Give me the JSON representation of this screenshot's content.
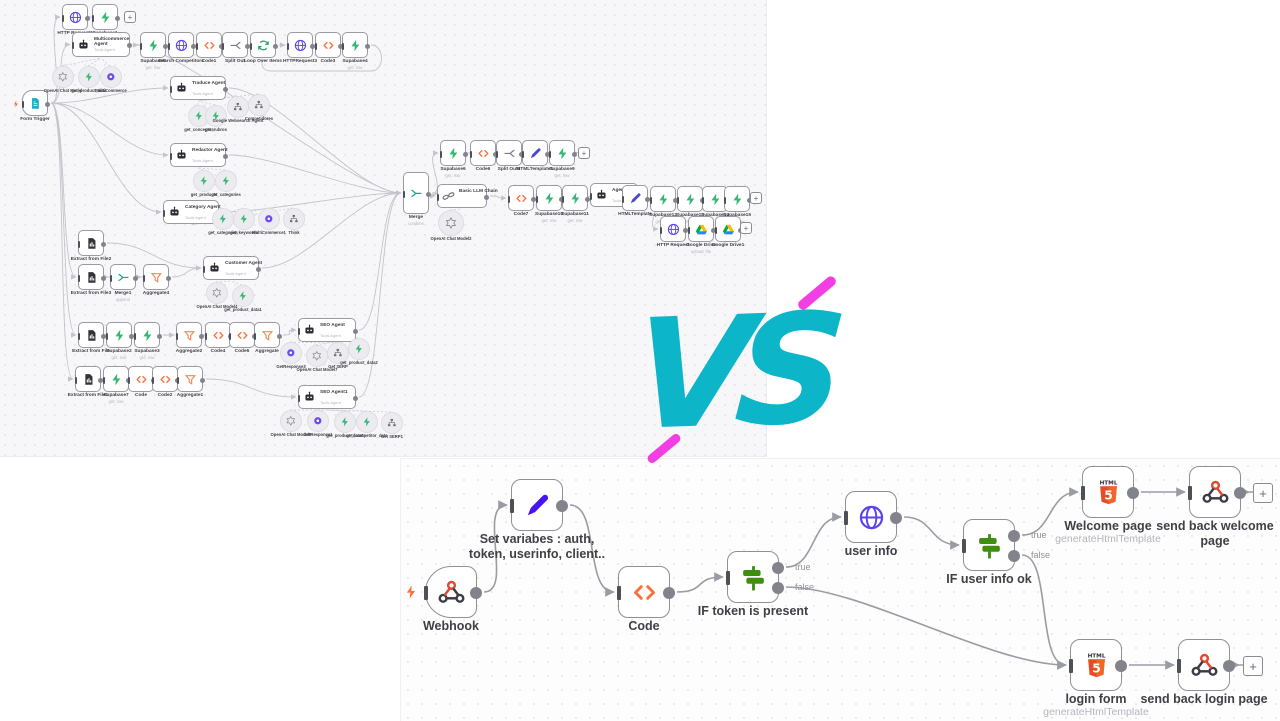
{
  "meta": {
    "description_left": "complex n8n workflow canvas",
    "description_right": "simple n8n workflow canvas"
  },
  "vs": {
    "text": "VS",
    "color": "#0db5c9",
    "accent_color": "#f23fe3"
  },
  "colors": {
    "canvas_top": "#f7f7f9",
    "canvas_bottom": "#fdfdfe",
    "edge_top": "#c3c3cb",
    "edge_bottom": "#9b9ba4",
    "node_border": "#9a9aa2",
    "label": "#3f3f46",
    "sublabel": "#b5b5bd",
    "supabase_green": "#34b874",
    "code_orange": "#ff6d3a",
    "if_green": "#3f8e0e",
    "globe_violet": "#5a43f0",
    "pen_violet": "#4714ee",
    "html5_orange": "#e44d26",
    "webhook_red": "#e0492f",
    "trigger_bolt": "#ff6d3a"
  },
  "port_labels": {
    "t": "true",
    "f": "false"
  },
  "left_workflow": {
    "nodes": [
      [
        "trigger",
        "doc",
        22,
        90,
        "Form Trigger",
        "",
        "t"
      ],
      [
        "http1",
        "globe",
        62,
        4,
        "HTTP Request1",
        "",
        "n"
      ],
      [
        "supa1",
        "boltg",
        92,
        4,
        "Supabase1",
        "get: row",
        "n"
      ],
      [
        "plus0",
        "plus",
        124,
        11,
        "+",
        "",
        "p"
      ],
      [
        "agent_multi",
        "robot",
        72,
        32,
        "Multicommerce Agent",
        "Tools Agent",
        "w",
        58,
        25
      ],
      [
        "supa5",
        "boltg",
        140,
        32,
        "Supabase5",
        "get: row",
        "n"
      ],
      [
        "httpS",
        "globe",
        168,
        32,
        "Search Competitors",
        "",
        "n"
      ],
      [
        "code1",
        "code",
        196,
        32,
        "Code1",
        "",
        "n"
      ],
      [
        "split",
        "split",
        222,
        32,
        "Split Out",
        "",
        "n"
      ],
      [
        "loop",
        "loop",
        250,
        32,
        "Loop Over Items",
        "",
        "n"
      ],
      [
        "http3",
        "globe",
        287,
        32,
        "HTTPRequest3",
        "",
        "n"
      ],
      [
        "code3",
        "code",
        315,
        32,
        "Code3",
        "",
        "n"
      ],
      [
        "supa4",
        "boltg",
        342,
        32,
        "Supabase4",
        "get: row",
        "n"
      ],
      [
        "c_om",
        "openai",
        62,
        76,
        "OpenAI Chat Model",
        "",
        "c",
        20
      ],
      [
        "c_tool1",
        "toolg",
        88,
        76,
        "get_product_data",
        "",
        "c",
        20
      ],
      [
        "c_purp1",
        "purple",
        110,
        76,
        "MultiCommerce",
        "",
        "c",
        20
      ],
      [
        "agentT",
        "robot",
        170,
        76,
        "Traduce Agent",
        "Tools Agent",
        "w",
        56,
        24
      ],
      [
        "cT1",
        "toolg",
        198,
        115,
        "get_conceptos",
        "",
        "c",
        20
      ],
      [
        "cT2",
        "toolg",
        215,
        115,
        "get_rubros",
        "",
        "c",
        20
      ],
      [
        "cT3",
        "serp",
        237,
        106,
        "Google Websearch Agent",
        "",
        "c",
        20
      ],
      [
        "cT4",
        "serp",
        258,
        104,
        "Competidores",
        "",
        "c",
        20
      ],
      [
        "agentI",
        "robot",
        170,
        143,
        "Redactor Agent",
        "Tools Agent",
        "w",
        56,
        24
      ],
      [
        "cI1",
        "toolg",
        203,
        180,
        "get_products",
        "",
        "c",
        20
      ],
      [
        "cI2",
        "toolg",
        225,
        180,
        "get_categories",
        "",
        "c",
        20
      ],
      [
        "agentC",
        "robot",
        163,
        200,
        "Category Agent",
        "Tools Agent",
        "w",
        56,
        24
      ],
      [
        "cC1",
        "toolg",
        222,
        218,
        "get_categorias",
        "",
        "c",
        20
      ],
      [
        "cC2",
        "toolg",
        243,
        218,
        "get_keywords",
        "",
        "c",
        20
      ],
      [
        "cC3",
        "purple",
        268,
        218,
        "MultiCommerce1",
        "",
        "c",
        20
      ],
      [
        "cC4",
        "serp",
        293,
        218,
        "Think",
        "",
        "c",
        20
      ],
      [
        "fileA",
        "filei",
        78,
        230,
        "Extract from File2",
        "",
        "n"
      ],
      [
        "fileB",
        "filei",
        78,
        264,
        "Extract from File3",
        "",
        "n"
      ],
      [
        "merge1",
        "mergeI",
        110,
        264,
        "Merge1",
        "append",
        "n"
      ],
      [
        "aggr4",
        "aggr",
        143,
        264,
        "Aggregate4",
        "",
        "n"
      ],
      [
        "agentCu",
        "robot",
        203,
        256,
        "Customer Agent",
        "Tools Agent",
        "w",
        56,
        24
      ],
      [
        "cCu1",
        "openai",
        216,
        292,
        "OpenAI Chat Model4",
        "",
        "c",
        20
      ],
      [
        "cCu2",
        "toolg",
        242,
        295,
        "get_product_data1",
        "",
        "c",
        20
      ],
      [
        "file1",
        "filei",
        78,
        322,
        "Extract from File",
        "",
        "n"
      ],
      [
        "supa2",
        "boltg",
        106,
        322,
        "Supabase2",
        "get: row",
        "n"
      ],
      [
        "supa3",
        "boltg",
        134,
        322,
        "Supabase3",
        "get: row",
        "n"
      ],
      [
        "aggr2",
        "aggr",
        176,
        322,
        "Aggregate2",
        "",
        "n"
      ],
      [
        "code4",
        "code",
        205,
        322,
        "Code4",
        "",
        "n"
      ],
      [
        "code5",
        "code",
        229,
        322,
        "Code5",
        "",
        "n"
      ],
      [
        "aggr0",
        "aggr",
        254,
        322,
        "Aggregate",
        "",
        "n"
      ],
      [
        "agentSEO",
        "robot",
        298,
        318,
        "SEO Agent",
        "Tools Agent",
        "w",
        58,
        24
      ],
      [
        "cS1",
        "purple",
        290,
        352,
        "GetResponse3",
        "",
        "c",
        20
      ],
      [
        "cS2",
        "openai",
        316,
        355,
        "OpenAI Chat Model7",
        "",
        "c",
        20
      ],
      [
        "cS3",
        "serp",
        337,
        352,
        "Get SERP",
        "",
        "c",
        20
      ],
      [
        "cS4",
        "toolg",
        358,
        348,
        "get_product_data2",
        "",
        "c",
        20
      ],
      [
        "file2",
        "filei",
        75,
        366,
        "Extract from File1",
        "",
        "n"
      ],
      [
        "supa7",
        "boltg",
        103,
        366,
        "Supabase7",
        "get: row",
        "n"
      ],
      [
        "code0",
        "code",
        128,
        366,
        "Code",
        "",
        "n"
      ],
      [
        "code2",
        "code",
        152,
        366,
        "Code2",
        "",
        "n"
      ],
      [
        "aggr1",
        "aggr",
        177,
        366,
        "Aggregate1",
        "",
        "n"
      ],
      [
        "agentMD",
        "robot",
        298,
        385,
        "SEO Agent1",
        "Tools Agent",
        "w",
        58,
        24
      ],
      [
        "cM1",
        "openai",
        290,
        420,
        "OpenAI Chat Model5",
        "",
        "c",
        20
      ],
      [
        "cM2",
        "purple",
        317,
        420,
        "GetResponse1",
        "",
        "c",
        20
      ],
      [
        "cM3",
        "toolg",
        344,
        421,
        "get_product_data3",
        "",
        "c",
        20
      ],
      [
        "cM4",
        "toolg",
        366,
        421,
        "get_competitor_data",
        "",
        "c",
        20
      ],
      [
        "cM5",
        "serp",
        391,
        422,
        "Get SERP1",
        "",
        "c",
        20
      ],
      [
        "mergeBig",
        "mergeI",
        403,
        172,
        "Merge",
        "combine",
        "m",
        26,
        42
      ],
      [
        "supa6",
        "boltg",
        440,
        140,
        "Supabase6",
        "get: row",
        "n"
      ],
      [
        "code6",
        "code",
        470,
        140,
        "Code6",
        "",
        "n"
      ],
      [
        "split1",
        "split",
        496,
        140,
        "Split Out1",
        "",
        "n"
      ],
      [
        "brush1",
        "pen2",
        522,
        140,
        "HTMLTemplate1",
        "",
        "n"
      ],
      [
        "supa9",
        "boltg",
        549,
        140,
        "Supabase9",
        "get: row",
        "n"
      ],
      [
        "plus1",
        "plus",
        578,
        147,
        "+",
        "",
        "p"
      ],
      [
        "llm",
        "chain",
        437,
        184,
        "Basic LLM Chain",
        "",
        "w",
        50,
        24
      ],
      [
        "c_llm",
        "openai",
        450,
        222,
        "OpenAI Chat Model2",
        "",
        "c",
        24
      ],
      [
        "code7",
        "code",
        508,
        185,
        "Code7",
        "",
        "n"
      ],
      [
        "supa10",
        "boltg",
        536,
        185,
        "Supabase10",
        "get: row",
        "n"
      ],
      [
        "supa11",
        "boltg",
        562,
        185,
        "Supabase11",
        "get: row",
        "n"
      ],
      [
        "agent2",
        "robot",
        590,
        183,
        "Agent",
        "Tools Agent",
        "w",
        48,
        24
      ],
      [
        "brush2",
        "pen2",
        622,
        185,
        "HTMLTemplate",
        "",
        "n"
      ],
      [
        "supa12",
        "boltg",
        650,
        186,
        "Supabase12",
        "get: row",
        "n"
      ],
      [
        "supa13",
        "boltg",
        677,
        186,
        "Supabase13",
        "get: row",
        "n"
      ],
      [
        "supa14",
        "boltg",
        702,
        186,
        "Supabase14",
        "get: row",
        "n"
      ],
      [
        "supa15",
        "boltg",
        724,
        186,
        "Supabase15",
        "get: row",
        "n"
      ],
      [
        "plusTop",
        "plus",
        750,
        192,
        "+",
        "",
        "p"
      ],
      [
        "http4",
        "globe",
        660,
        216,
        "HTTP Request",
        "",
        "n"
      ],
      [
        "gdrive",
        "drive",
        688,
        216,
        "Google Drive",
        "upload: file",
        "n"
      ],
      [
        "gdrive1",
        "drive",
        715,
        216,
        "Google Drive1",
        "",
        "n"
      ],
      [
        "plusBot",
        "plus",
        740,
        222,
        "+",
        "",
        "p"
      ]
    ],
    "edges": [
      [
        "trigger",
        "http1"
      ],
      [
        "trigger",
        "agent_multi"
      ],
      [
        "trigger",
        "agentT"
      ],
      [
        "trigger",
        "agentI"
      ],
      [
        "trigger",
        "agentC"
      ],
      [
        "trigger",
        "fileB"
      ],
      [
        "trigger",
        "file1"
      ],
      [
        "trigger",
        "file2"
      ],
      [
        "http1",
        "supa1"
      ],
      [
        "agent_multi",
        "supa5"
      ],
      [
        "supa5",
        "httpS"
      ],
      [
        "httpS",
        "code1"
      ],
      [
        "code1",
        "split"
      ],
      [
        "split",
        "loop"
      ],
      [
        "loop",
        "http3"
      ],
      [
        "http3",
        "code3"
      ],
      [
        "code3",
        "supa4"
      ],
      [
        "supa4",
        "loop",
        "o"
      ],
      [
        "agent_multi",
        "mergeBig"
      ],
      [
        "agentT",
        "mergeBig"
      ],
      [
        "agentI",
        "mergeBig"
      ],
      [
        "agentC",
        "mergeBig"
      ],
      [
        "agentCu",
        "mergeBig"
      ],
      [
        "agentSEO",
        "mergeBig"
      ],
      [
        "agentMD",
        "mergeBig"
      ],
      [
        "fileA",
        "agentCu"
      ],
      [
        "fileB",
        "merge1"
      ],
      [
        "merge1",
        "aggr4"
      ],
      [
        "aggr4",
        "agentCu"
      ],
      [
        "file1",
        "supa2"
      ],
      [
        "supa2",
        "supa3"
      ],
      [
        "supa3",
        "aggr2"
      ],
      [
        "aggr2",
        "code4"
      ],
      [
        "code4",
        "code5"
      ],
      [
        "code5",
        "aggr0"
      ],
      [
        "aggr0",
        "agentSEO"
      ],
      [
        "file2",
        "supa7"
      ],
      [
        "supa7",
        "code0"
      ],
      [
        "code0",
        "code2"
      ],
      [
        "code2",
        "aggr1"
      ],
      [
        "aggr1",
        "agentMD"
      ],
      [
        "mergeBig",
        "supa6"
      ],
      [
        "mergeBig",
        "llm"
      ],
      [
        "supa6",
        "code6"
      ],
      [
        "code6",
        "split1"
      ],
      [
        "split1",
        "brush1"
      ],
      [
        "brush1",
        "supa9"
      ],
      [
        "supa9",
        "plus1"
      ],
      [
        "llm",
        "code7"
      ],
      [
        "code7",
        "supa10"
      ],
      [
        "supa10",
        "supa11"
      ],
      [
        "supa11",
        "agent2"
      ],
      [
        "agent2",
        "brush2"
      ],
      [
        "brush2",
        "supa12"
      ],
      [
        "brush2",
        "http4"
      ],
      [
        "supa12",
        "supa13"
      ],
      [
        "supa13",
        "supa14"
      ],
      [
        "supa14",
        "supa15"
      ],
      [
        "supa15",
        "plusTop"
      ],
      [
        "http4",
        "gdrive"
      ],
      [
        "gdrive",
        "gdrive1"
      ],
      [
        "gdrive1",
        "plusBot"
      ],
      [
        "c_om",
        "agent_multi",
        "d"
      ],
      [
        "c_tool1",
        "agent_multi",
        "d"
      ],
      [
        "c_purp1",
        "agent_multi",
        "d"
      ],
      [
        "cT1",
        "agentT",
        "d"
      ],
      [
        "cT2",
        "agentT",
        "d"
      ],
      [
        "cT3",
        "agentT",
        "d"
      ],
      [
        "cT4",
        "agentT",
        "d"
      ],
      [
        "cI1",
        "agentI",
        "d"
      ],
      [
        "cI2",
        "agentI",
        "d"
      ],
      [
        "cC1",
        "agentC",
        "d"
      ],
      [
        "cC2",
        "agentC",
        "d"
      ],
      [
        "cC3",
        "agentC",
        "d"
      ],
      [
        "cC4",
        "agentC",
        "d"
      ],
      [
        "cCu1",
        "agentCu",
        "d"
      ],
      [
        "cCu2",
        "agentCu",
        "d"
      ],
      [
        "cS1",
        "agentSEO",
        "d"
      ],
      [
        "cS2",
        "agentSEO",
        "d"
      ],
      [
        "cS3",
        "agentSEO",
        "d"
      ],
      [
        "cS4",
        "agentSEO",
        "d"
      ],
      [
        "cM1",
        "agentMD",
        "d"
      ],
      [
        "cM2",
        "agentMD",
        "d"
      ],
      [
        "cM3",
        "agentMD",
        "d"
      ],
      [
        "cM4",
        "agentMD",
        "d"
      ],
      [
        "cM5",
        "agentMD",
        "d"
      ],
      [
        "c_llm",
        "llm",
        "d"
      ]
    ]
  },
  "bottom_workflow": {
    "nodes": [
      [
        "webhook",
        "webhook",
        24,
        107,
        "Webhook",
        "",
        "t"
      ],
      [
        "set",
        "pen",
        110,
        20,
        "Set variabes : auth, token, userinfo, client..",
        "",
        "n"
      ],
      [
        "code",
        "code",
        217,
        107,
        "Code",
        "",
        "n"
      ],
      [
        "if1",
        "signpost",
        326,
        92,
        "IF token is present",
        "",
        "n"
      ],
      [
        "userinfo",
        "globe",
        444,
        32,
        "user info",
        "",
        "n"
      ],
      [
        "if2",
        "signpost",
        562,
        60,
        "IF user info ok",
        "",
        "n"
      ],
      [
        "welcome",
        "html5",
        681,
        7,
        "Welcome page",
        "generateHtmlTemplate",
        "n"
      ],
      [
        "sendwelcome",
        "respond",
        788,
        7,
        "send back welcome page",
        "",
        "n"
      ],
      [
        "plusA",
        "plus",
        852,
        24,
        "+",
        "",
        "p"
      ],
      [
        "login",
        "html5",
        669,
        180,
        "login form",
        "generateHtmlTemplate",
        "n"
      ],
      [
        "sendlogin",
        "respond",
        777,
        180,
        "send back login page",
        "",
        "n"
      ],
      [
        "plusB",
        "plus",
        842,
        197,
        "+",
        "",
        "p"
      ]
    ],
    "edges": [
      [
        "webhook",
        "set"
      ],
      [
        "set",
        "code"
      ],
      [
        "code",
        "if1"
      ],
      [
        "if1",
        "userinfo",
        "t"
      ],
      [
        "if1",
        "login",
        "f"
      ],
      [
        "userinfo",
        "if2"
      ],
      [
        "if2",
        "welcome",
        "t"
      ],
      [
        "if2",
        "login",
        "f"
      ],
      [
        "welcome",
        "sendwelcome"
      ],
      [
        "sendwelcome",
        "plusA"
      ],
      [
        "login",
        "sendlogin"
      ],
      [
        "sendlogin",
        "plusB"
      ]
    ]
  }
}
